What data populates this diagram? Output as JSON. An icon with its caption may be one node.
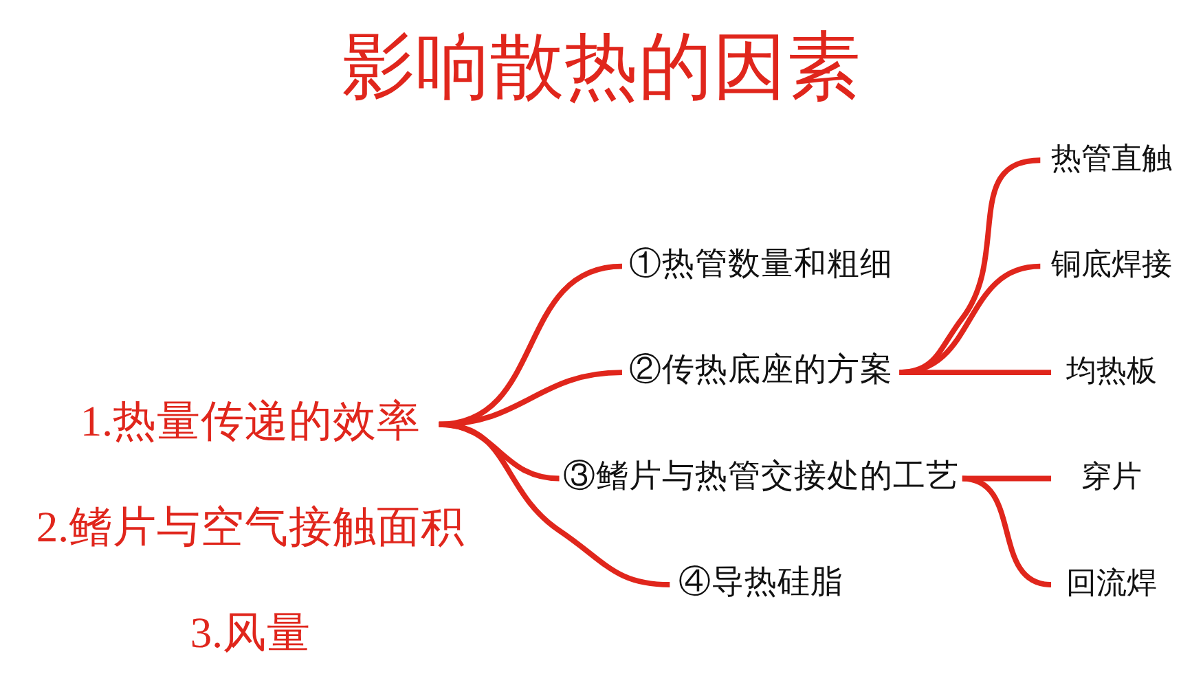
{
  "diagram": {
    "title": "影响散热的因素",
    "nodes": [
      {
        "text": [
          "1.热量传递的效率"
        ]
      },
      {
        "text": [
          "①热管数量和粗细"
        ]
      },
      {
        "text": [
          "②传热底座的方案"
        ]
      },
      {
        "text": [
          "热管直触"
        ]
      },
      {
        "text": [
          "铜底焊接"
        ]
      },
      {
        "text": [
          "均热板"
        ]
      },
      {
        "text": [
          "③鳍片与热管交接处的工艺"
        ]
      },
      {
        "text": [
          "穿片"
        ]
      },
      {
        "text": [
          "回流焊"
        ]
      },
      {
        "text": [
          "④导热硅脂"
        ]
      }
    ],
    "edges": [
      {
        "from": 0,
        "to": 1,
        "arrow": "none"
      },
      {
        "from": 0,
        "to": 2,
        "arrow": "none"
      },
      {
        "from": 2,
        "to": 3,
        "arrow": "none"
      },
      {
        "from": 2,
        "to": 4,
        "arrow": "none"
      },
      {
        "from": 2,
        "to": 5,
        "arrow": "none"
      },
      {
        "from": 0,
        "to": 6,
        "arrow": "none"
      },
      {
        "from": 6,
        "to": 7,
        "arrow": "none"
      },
      {
        "from": 6,
        "to": 8,
        "arrow": "none"
      },
      {
        "from": 0,
        "to": 9,
        "arrow": "none"
      }
    ],
    "labels": [
      "2.鳍片与空气接触面积",
      "3.风量"
    ]
  }
}
